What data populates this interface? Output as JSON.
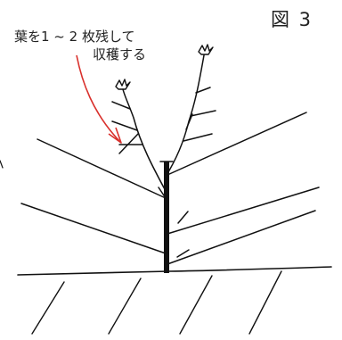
{
  "figure": {
    "label": "図 3"
  },
  "annotation": {
    "line1": "葉を1 ~ 2 枚残して",
    "line2": "収穫する",
    "arrow_color": "#d9302c"
  }
}
